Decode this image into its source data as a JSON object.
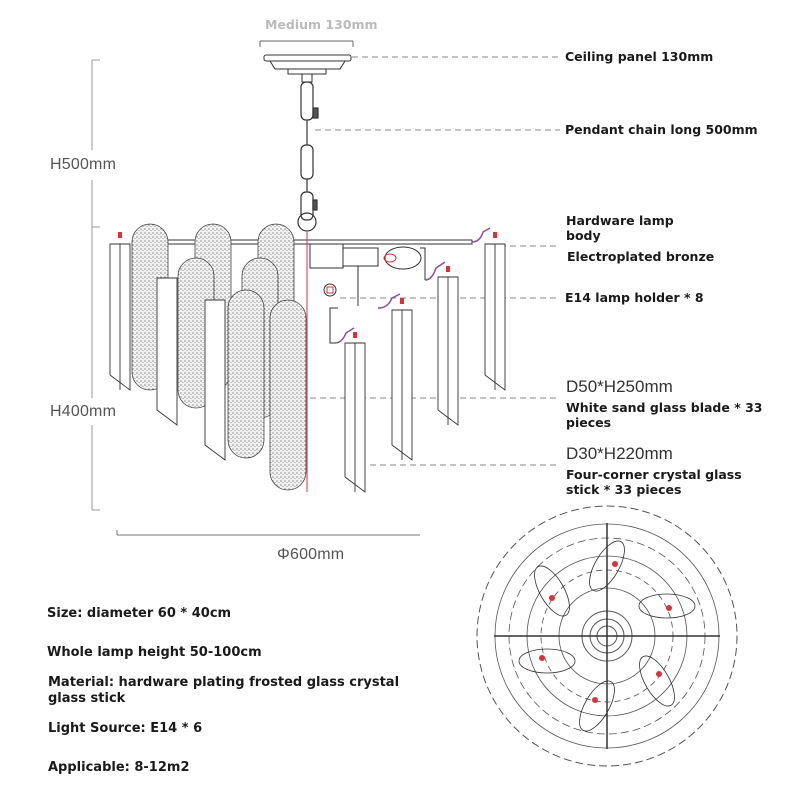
{
  "top_dimension": {
    "label": "Medium 130mm"
  },
  "height_dimensions": {
    "upper": "H500mm",
    "lower": "H400mm"
  },
  "width_dimension": {
    "label": "Φ600mm"
  },
  "callouts": [
    {
      "id": "ceiling-panel",
      "text": "Ceiling panel 130mm"
    },
    {
      "id": "pendant-chain",
      "text": "Pendant chain long 500mm"
    },
    {
      "id": "hardware-lamp-body",
      "text": "Hardware lamp body"
    },
    {
      "id": "electroplated",
      "text": "Electroplated bronze"
    },
    {
      "id": "lamp-holder",
      "text": "E14 lamp holder * 8"
    },
    {
      "id": "glass-blade-size",
      "text": "D50*H250mm"
    },
    {
      "id": "glass-blade",
      "text": "White sand glass blade * 33 pieces"
    },
    {
      "id": "crystal-stick-size",
      "text": "D30*H220mm"
    },
    {
      "id": "crystal-stick",
      "text": "Four-corner crystal glass stick * 33 pieces"
    }
  ],
  "specs": [
    {
      "text": "Size: diameter 60 * 40cm"
    },
    {
      "text": "Whole lamp height 50-100cm"
    },
    {
      "text": "Material: hardware plating frosted glass crystal glass stick"
    },
    {
      "text": "Light Source: E14 * 6"
    },
    {
      "text": "Applicable: 8-12m2"
    }
  ],
  "colors": {
    "line": "#333333",
    "dim_line": "#888888",
    "accent_red": "#d9323a",
    "accent_purple": "#8a4fa0",
    "frosted": "#9a9a9a"
  }
}
